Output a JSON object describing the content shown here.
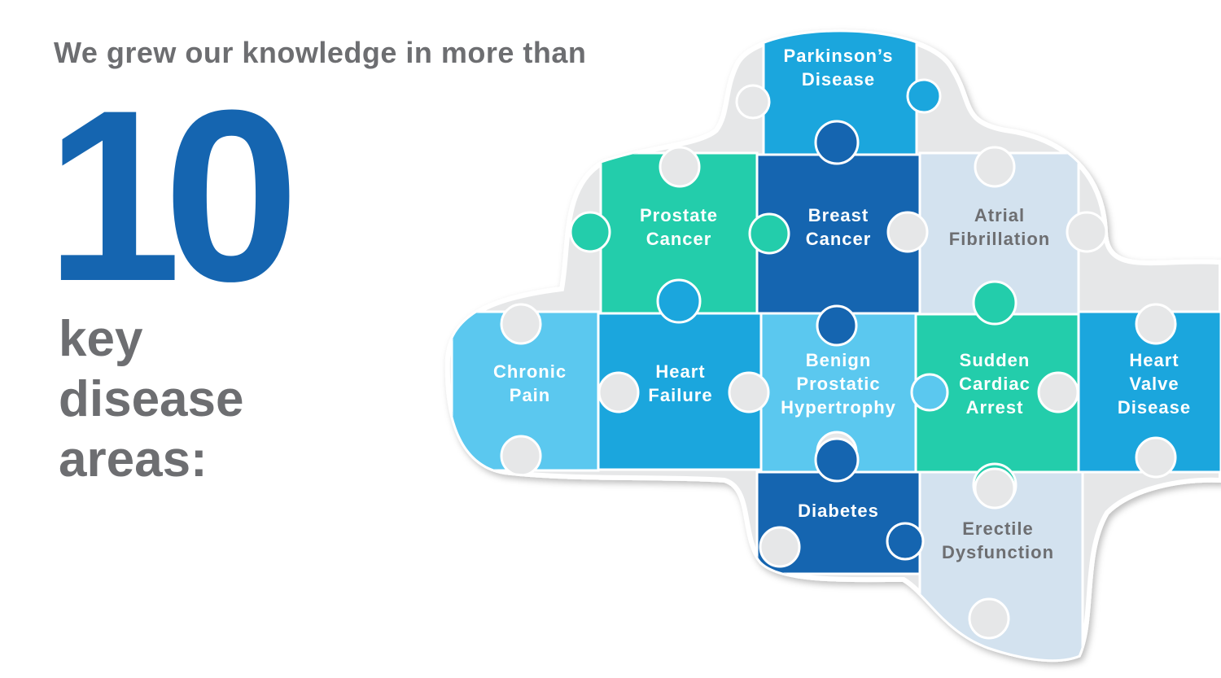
{
  "intro": "We grew our knowledge in more than",
  "count": "10",
  "areas_label": "key\ndisease\nareas:",
  "colors": {
    "background": "#ffffff",
    "gray_text": "#6d6e71",
    "number_blue": "#1565b0",
    "outline": "#e6e7e8",
    "light_blue": "#5bc8ef",
    "medium_blue": "#1ba6dd",
    "dark_blue": "#1565b0",
    "teal": "#23cdab",
    "pale_blue": "#d3e2ef"
  },
  "diseases": [
    {
      "id": "parkinsons",
      "lines": [
        "Parkinson’s",
        "Disease"
      ],
      "color": "#1ba6dd",
      "text_color": "#ffffff"
    },
    {
      "id": "prostate-cancer",
      "lines": [
        "Prostate",
        "Cancer"
      ],
      "color": "#23cdab",
      "text_color": "#ffffff"
    },
    {
      "id": "breast-cancer",
      "lines": [
        "Breast",
        "Cancer"
      ],
      "color": "#1565b0",
      "text_color": "#ffffff"
    },
    {
      "id": "atrial-fibrillation",
      "lines": [
        "Atrial",
        "Fibrillation"
      ],
      "color": "#d3e2ef",
      "text_color": "#6d6e71"
    },
    {
      "id": "chronic-pain",
      "lines": [
        "Chronic",
        "Pain"
      ],
      "color": "#5bc8ef",
      "text_color": "#ffffff"
    },
    {
      "id": "heart-failure",
      "lines": [
        "Heart",
        "Failure"
      ],
      "color": "#1ba6dd",
      "text_color": "#ffffff"
    },
    {
      "id": "benign-prostatic-hypertrophy",
      "lines": [
        "Benign",
        "Prostatic",
        "Hypertrophy"
      ],
      "color": "#5bc8ef",
      "text_color": "#ffffff"
    },
    {
      "id": "sudden-cardiac-arrest",
      "lines": [
        "Sudden",
        "Cardiac",
        "Arrest"
      ],
      "color": "#23cdab",
      "text_color": "#ffffff"
    },
    {
      "id": "heart-valve-disease",
      "lines": [
        "Heart",
        "Valve",
        "Disease"
      ],
      "color": "#1ba6dd",
      "text_color": "#ffffff"
    },
    {
      "id": "diabetes",
      "lines": [
        "Diabetes"
      ],
      "color": "#1565b0",
      "text_color": "#ffffff"
    },
    {
      "id": "erectile-dysfunction",
      "lines": [
        "Erectile",
        "Dysfunction"
      ],
      "color": "#d3e2ef",
      "text_color": "#6d6e71"
    }
  ]
}
